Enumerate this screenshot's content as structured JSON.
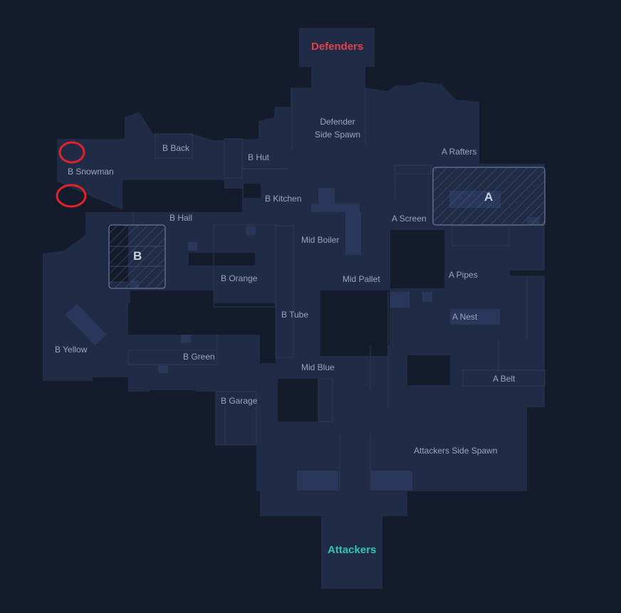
{
  "map": {
    "teams": {
      "defenders": {
        "label": "Defenders",
        "color": "#e2434b"
      },
      "attackers": {
        "label": "Attackers",
        "color": "#2fc5b0"
      }
    },
    "sites": {
      "a": "A",
      "b": "B"
    },
    "callouts": {
      "defender_side_spawn_line1": "Defender",
      "defender_side_spawn_line2": "Side Spawn",
      "a_rafters": "A Rafters",
      "b_back": "B Back",
      "b_hut": "B Hut",
      "b_snowman": "B Snowman",
      "b_kitchen": "B Kitchen",
      "b_hall": "B Hall",
      "a_screen": "A Screen",
      "mid_boiler": "Mid Boiler",
      "b_orange": "B Orange",
      "mid_pallet": "Mid Pallet",
      "a_pipes": "A Pipes",
      "b_tube": "B Tube",
      "a_nest": "A Nest",
      "b_yellow": "B Yellow",
      "b_green": "B Green",
      "mid_blue": "Mid Blue",
      "a_belt": "A Belt",
      "b_garage": "B Garage",
      "attackers_side_spawn": "Attackers Side Spawn"
    },
    "markers": {
      "color": "#e3222c",
      "count": 2,
      "icon": "red-circle-marker"
    }
  }
}
